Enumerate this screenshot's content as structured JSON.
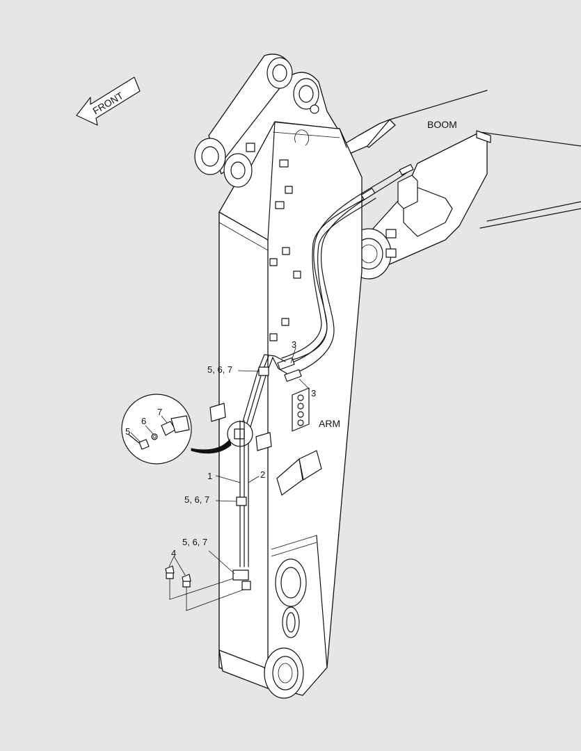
{
  "labels": {
    "front": "FRONT",
    "boom": "BOOM",
    "arm": "ARM",
    "c1": "1",
    "c2": "2",
    "c3a": "3",
    "c3b": "3",
    "c4": "4",
    "c567a": "5, 6, 7",
    "c567b": "5, 6, 7",
    "c567c": "5, 6, 7",
    "d5": "5",
    "d6": "6",
    "d7": "7"
  },
  "colors": {
    "background": "#e6e6e6",
    "line": "#111111",
    "fill": "#ffffff"
  },
  "icons": [
    "front-direction-arrow",
    "detail-callout"
  ]
}
